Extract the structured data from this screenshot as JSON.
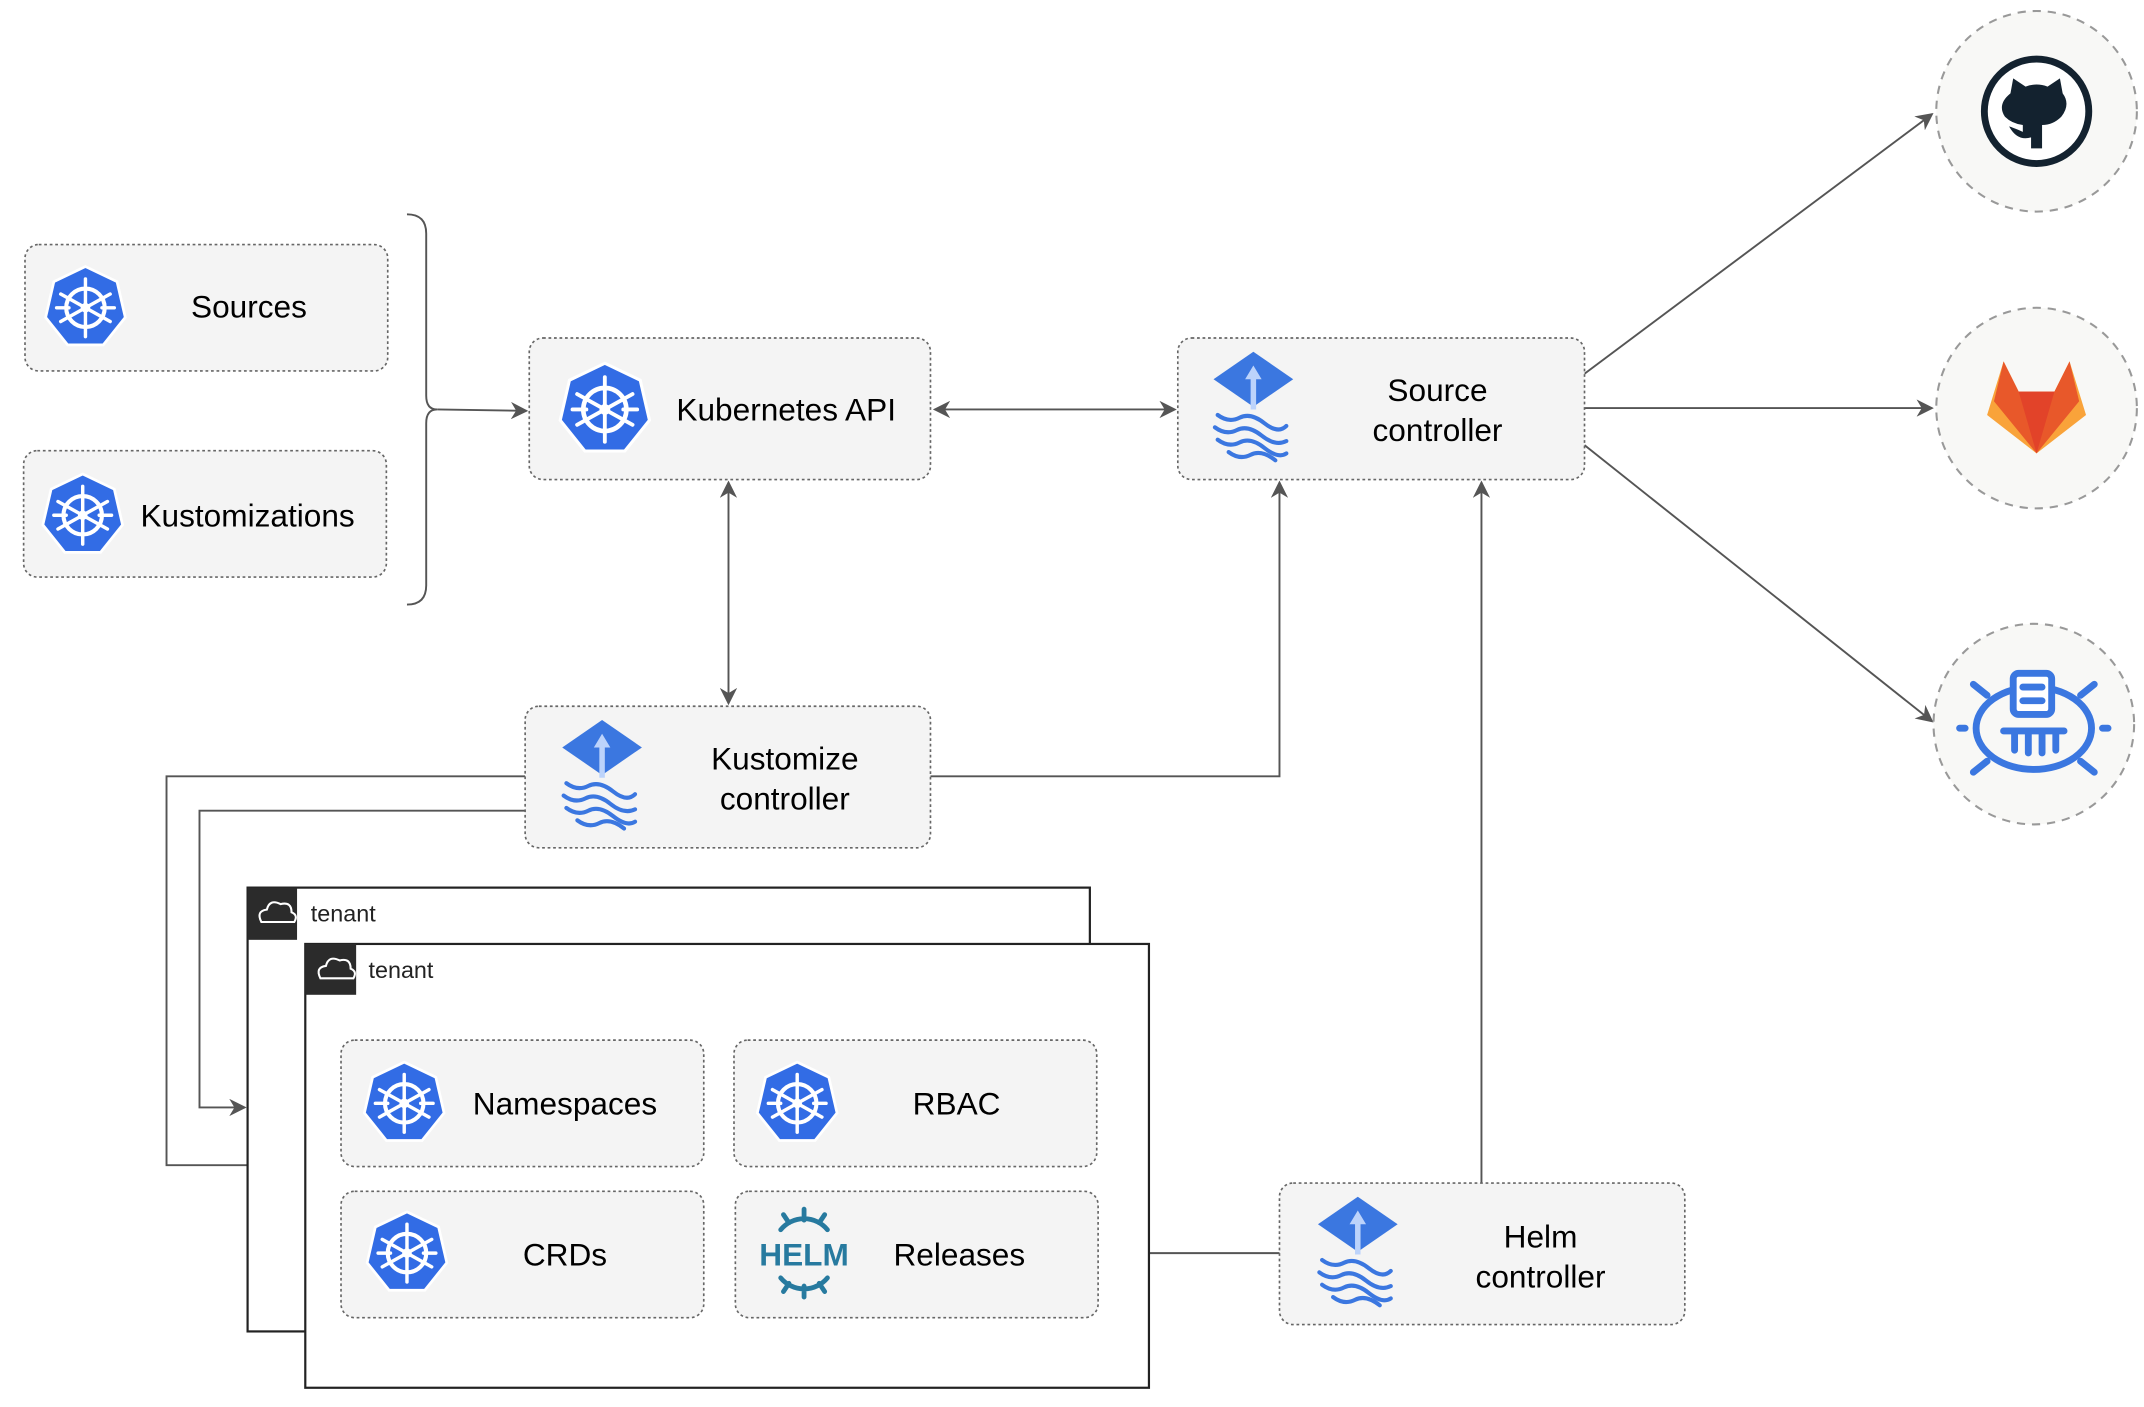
{
  "colors": {
    "kubernetes_blue": "#326ce5",
    "flux_blue": "#3b77e0",
    "github": "#13222f",
    "gitlab_orange": "#e8582a",
    "gitlab_yellow": "#f9a33a",
    "helm": "#277a9f",
    "connector": "#555555"
  },
  "left": {
    "sources": "Sources",
    "kustomizations": "Kustomizations"
  },
  "kubernetes_api": {
    "label": "Kubernetes API"
  },
  "source_controller": {
    "line1": "Source",
    "line2": "controller"
  },
  "kustomize_controller": {
    "line1": "Kustomize",
    "line2": "controller"
  },
  "helm_controller": {
    "line1": "Helm",
    "line2": "controller"
  },
  "tenants": [
    {
      "label": "tenant"
    },
    {
      "label": "tenant",
      "items": [
        "Namespaces",
        "RBAC",
        "CRDs",
        "Releases"
      ]
    }
  ],
  "helm_logo_text": "HELM",
  "external_sources": [
    "github-icon",
    "gitlab-icon",
    "helm-repository-icon"
  ]
}
